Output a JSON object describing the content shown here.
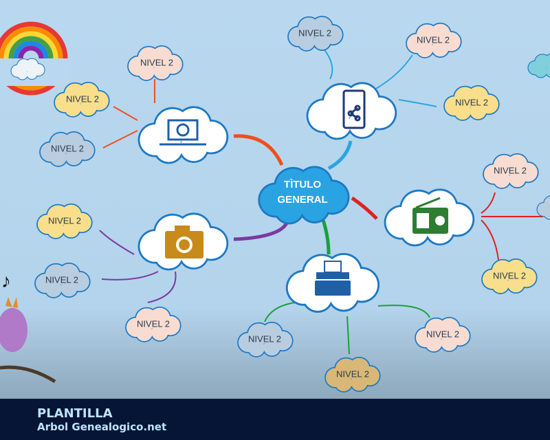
{
  "title": {
    "line1": "TÌTULO",
    "line2": "GENERAL"
  },
  "branches": [
    {
      "icon": "laptop-icon",
      "color": "#f04e1d",
      "children": [
        "NIVEL 2",
        "NIVEL 2",
        "NIVEL 2"
      ]
    },
    {
      "icon": "smartphone-share-icon",
      "color": "#2aa6e0",
      "children": [
        "NIVEL 2",
        "NIVEL 2",
        "NIVEL 2"
      ]
    },
    {
      "icon": "radio-icon",
      "color": "#e02020",
      "children": [
        "NIVEL 2",
        "NIVEL 2"
      ]
    },
    {
      "icon": "typewriter-icon",
      "color": "#1aa03a",
      "children": [
        "NIVEL 2",
        "NIVEL 2",
        "NIVEL 2"
      ]
    },
    {
      "icon": "camera-icon",
      "color": "#7a3aa0",
      "children": [
        "NIVEL 2",
        "NIVEL 2",
        "NIVEL 2"
      ]
    }
  ],
  "colors": {
    "pink": "#f8dcd2",
    "yellow": "#f9df8c",
    "blue": "#b9cde0",
    "tan": "#d9b877",
    "border": "#1d79c4",
    "center": "#2aa3e3"
  },
  "footer": {
    "line1": "PLANTILLA",
    "line2": "Arbol Genealogico.net"
  }
}
